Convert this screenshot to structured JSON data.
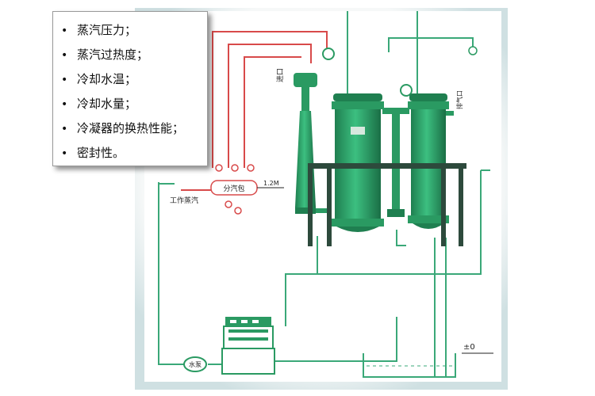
{
  "bullets": [
    "蒸汽压力；",
    "蒸汽过热度；",
    "冷却水温；",
    "冷却水量；",
    "冷凝器的换热性能；",
    "密封性。"
  ],
  "labels": {
    "steam_header": "分汽包",
    "working_steam": "工作蒸汽",
    "pressure_value": "1.2M",
    "water_pump": "水泵",
    "inlet_left": "进口",
    "inlet_right": "排气口",
    "zero_level": "±0"
  },
  "colors": {
    "vessel_green": "#2a9a62",
    "pipe_green": "#3aa878",
    "steam_red": "#d84a4a",
    "frame_dark": "#2d4a3c"
  }
}
